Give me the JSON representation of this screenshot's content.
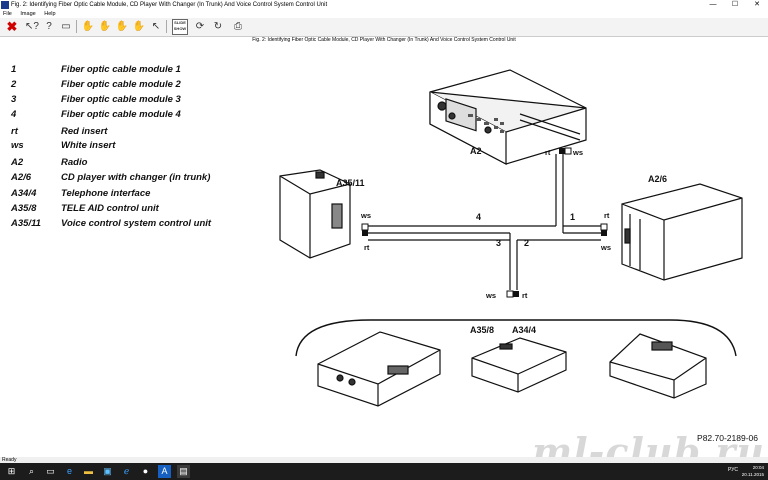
{
  "window": {
    "title": "Fig. 2: Identifying Fiber Optic Cable Module, CD Player With Changer (In Trunk) And Voice Control System Control Unit",
    "minimize_icon": "minimize-icon",
    "maximize_icon": "maximize-icon",
    "close_label": "✕"
  },
  "menu": {
    "file": "File",
    "image": "Image",
    "help": "Help"
  },
  "toolbar": {
    "close_icon": "close-icon",
    "buttons": [
      "help-pointer-icon",
      "help-icon",
      "print-preview-icon",
      "hand-icon",
      "hand-icon",
      "hand-print-icon",
      "hand-icon",
      "pointer-help-icon",
      "slide-show-icon",
      "rotate-icon",
      "refresh-icon",
      "print-icon"
    ],
    "slide_show_label": "SLIDE SHOW"
  },
  "figure_caption": "Fig. 2: Identifying Fiber Optic Cable Module, CD Player With Changer (In Trunk) And Voice Control System Control Unit",
  "legend": [
    {
      "key": "1",
      "value": "Fiber optic cable module 1"
    },
    {
      "key": "2",
      "value": "Fiber optic cable module 2"
    },
    {
      "key": "3",
      "value": "Fiber optic cable module 3"
    },
    {
      "key": "4",
      "value": "Fiber optic cable module 4"
    },
    {
      "key": "rt",
      "value": "Red insert"
    },
    {
      "key": "ws",
      "value": "White insert"
    },
    {
      "key": "A2",
      "value": "Radio"
    },
    {
      "key": "A2/6",
      "value": "CD player with changer (in trunk)"
    },
    {
      "key": "A34/4",
      "value": "Telephone interface"
    },
    {
      "key": "A35/8",
      "value": "TELE AID control unit"
    },
    {
      "key": "A35/11",
      "value": "Voice control system control unit"
    }
  ],
  "diagram_labels": {
    "a2": "A2",
    "a26": "A2/6",
    "a3511": "A35/11",
    "a358": "A35/8",
    "a344": "A34/4",
    "m1": "1",
    "m2": "2",
    "m3": "3",
    "m4": "4",
    "ws": "ws",
    "rt": "rt"
  },
  "figure_number": "P82.70-2189-06",
  "watermark": "ml-club.ru",
  "status": "Ready",
  "taskbar": {
    "start_icon": "windows-start-icon",
    "search_icon": "search-icon",
    "taskview_icon": "task-view-icon",
    "apps": [
      "edge-icon",
      "file-explorer-icon",
      "ie-icon",
      "app-icon",
      "app-icon",
      "app-icon"
    ],
    "language": "РУС",
    "time": "20:04",
    "date": "20.11.2015"
  }
}
